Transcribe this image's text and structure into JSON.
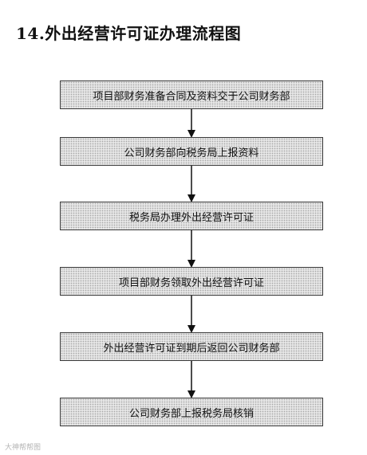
{
  "title": "14.外出经营许可证办理流程图",
  "steps": [
    "项目部财务准备合同及资料交于公司财务部",
    "公司财务部向税务局上报资料",
    "税务局办理外出经营许可证",
    "项目部财务领取外出经营许可证",
    "外出经营许可证到期后返回公司财务部",
    "公司财务部上报税务局核销"
  ],
  "watermark": "大神帮帮图"
}
